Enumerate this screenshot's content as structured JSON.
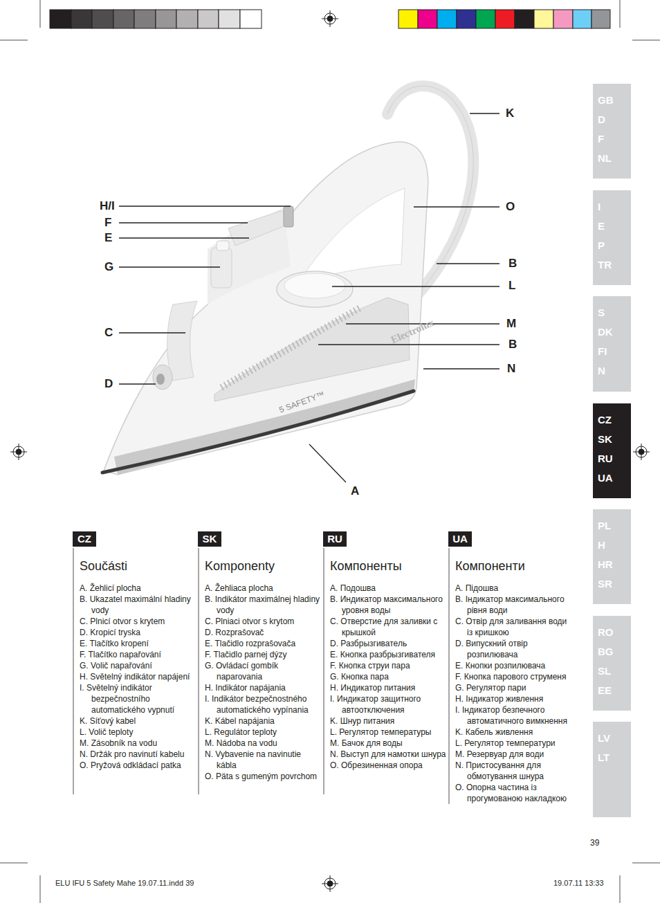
{
  "diagram": {
    "nodes": [
      {
        "text": [
          "GB",
          "D",
          "F",
          "NL"
        ]
      },
      {
        "text": [
          "I",
          "E",
          "P",
          "TR"
        ]
      },
      {
        "text": [
          "S",
          "DK",
          "FI",
          "N"
        ]
      },
      {
        "text": [
          "CZ",
          "SK",
          "RU",
          "UA"
        ]
      },
      {
        "text": [
          "PL",
          "H",
          "HR",
          "SR"
        ]
      },
      {
        "text": [
          "RO",
          "BG",
          "SL",
          "EE"
        ]
      },
      {
        "text": [
          "LV",
          "LT"
        ]
      },
      {
        "text": [
          "CZ"
        ]
      },
      {
        "text": [
          "SK"
        ]
      },
      {
        "text": [
          "RU"
        ]
      },
      {
        "text": [
          "UA"
        ]
      }
    ],
    "labels": [
      "K",
      "H/I",
      "F",
      "E",
      "O",
      "G",
      "B",
      "L",
      "C",
      "M",
      "B",
      "N",
      "D",
      "A",
      "Součásti",
      "A. Žehlicí plocha",
      "B. Ukazatel maximální hladiny vody",
      "C. Plnicí otvor s krytem",
      "D. Kropicí tryska",
      "E. Tlačítko kropení",
      "F. Tlačítko napařování",
      "G. Volič napařování",
      "H. Světelný indikátor napájení",
      "I. Světelný indikátor bezpečnostního automatického vypnutí",
      "K. Síťový kabel",
      "L. Volič teploty",
      "M. Zásobník na vodu",
      "N. Držák pro navinutí kabelu",
      "O. Pryžová odkládací patka",
      "Komponenty",
      "A. Žehliaca plocha",
      "B. Indikátor maximálnej hladiny vody",
      "C. Plniaci otvor s krytom",
      "D. Rozprašovač",
      "E. Tlačidlo rozprašovača",
      "F. Tlačidlo parnej dýzy",
      "G. Ovládací gombík naparovania",
      "H. Indikátor napájania",
      "I. Indikátor bezpečnostného automatického vypínania",
      "K. Kábel napájania",
      "L. Regulátor teploty",
      "M. Nádoba na vodu",
      "N. Vybavenie na navinutie kábla",
      "O. Päta s gumeným povrchom",
      "Компоненты",
      "A. Подошва",
      "B. Индикатор максимального уровня воды",
      "C. Отверстие для заливки с крышкой",
      "D. Разбрызгиватель",
      "E. Кнопка разбрызгивателя",
      "F. Кнопка струи пара",
      "G. Кнопка пара",
      "H. Индикатор питания",
      "I. Индикатор защитного автоотключения",
      "K. Шнур питания",
      "L. Регулятор температуры",
      "M. Бачок для воды",
      "N. Выступ для намотки шнура",
      "O. Обрезиненная опора",
      "Компоненти",
      "A. Підошва",
      "B. Індикатор максимального рівня води",
      "C. Отвір для заливання води із кришкою",
      "D. Випускний отвір розпилювача",
      "E. Кнопки розпилювача",
      "F. Кнопка парового струменя",
      "G. Регулятор пари",
      "H. Індикатор живлення",
      "I. Індикатор безпечного автоматичного вимкнення",
      "K. Кабель живлення",
      "L. Регулятор температури",
      "M. Резервуар для води",
      "N. Пристосування для обмотування шнура",
      "O. Опорна частина із прогумованою накладкою",
      "Electrolux",
      "5 SAFETY™",
      "39",
      "ELU IFU 5 Safety Mahe 19.07.11.indd 39",
      "19.07.11 13:33"
    ]
  }
}
